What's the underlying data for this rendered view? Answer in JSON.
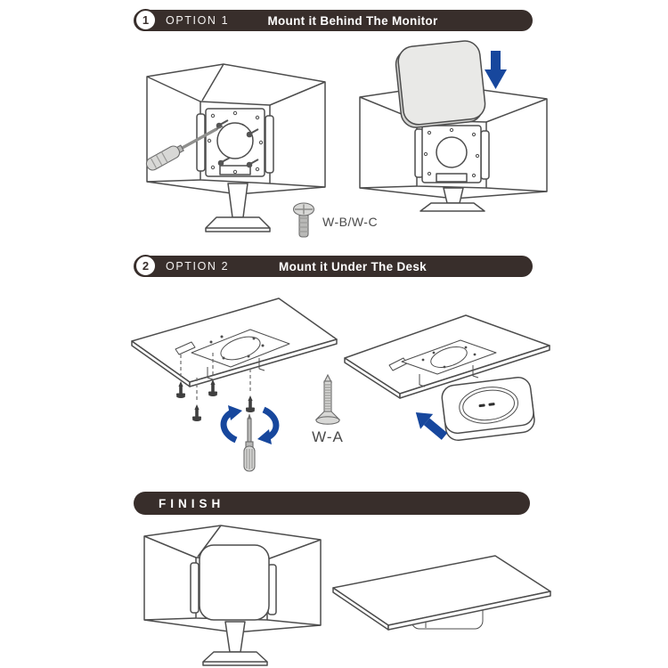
{
  "colors": {
    "bar_bg": "#382e2b",
    "bar_text": "#ffffff",
    "accent_blue": "#17479d",
    "line_art": "#4d4d4d"
  },
  "option1": {
    "number": "1",
    "label": "OPTION 1",
    "title": "Mount it Behind The Monitor",
    "screw_label": "W-B/W-C"
  },
  "option2": {
    "number": "2",
    "label": "OPTION 2",
    "title": "Mount it Under The Desk",
    "screw_label": "W-A"
  },
  "finish": {
    "label": "FINISH"
  }
}
